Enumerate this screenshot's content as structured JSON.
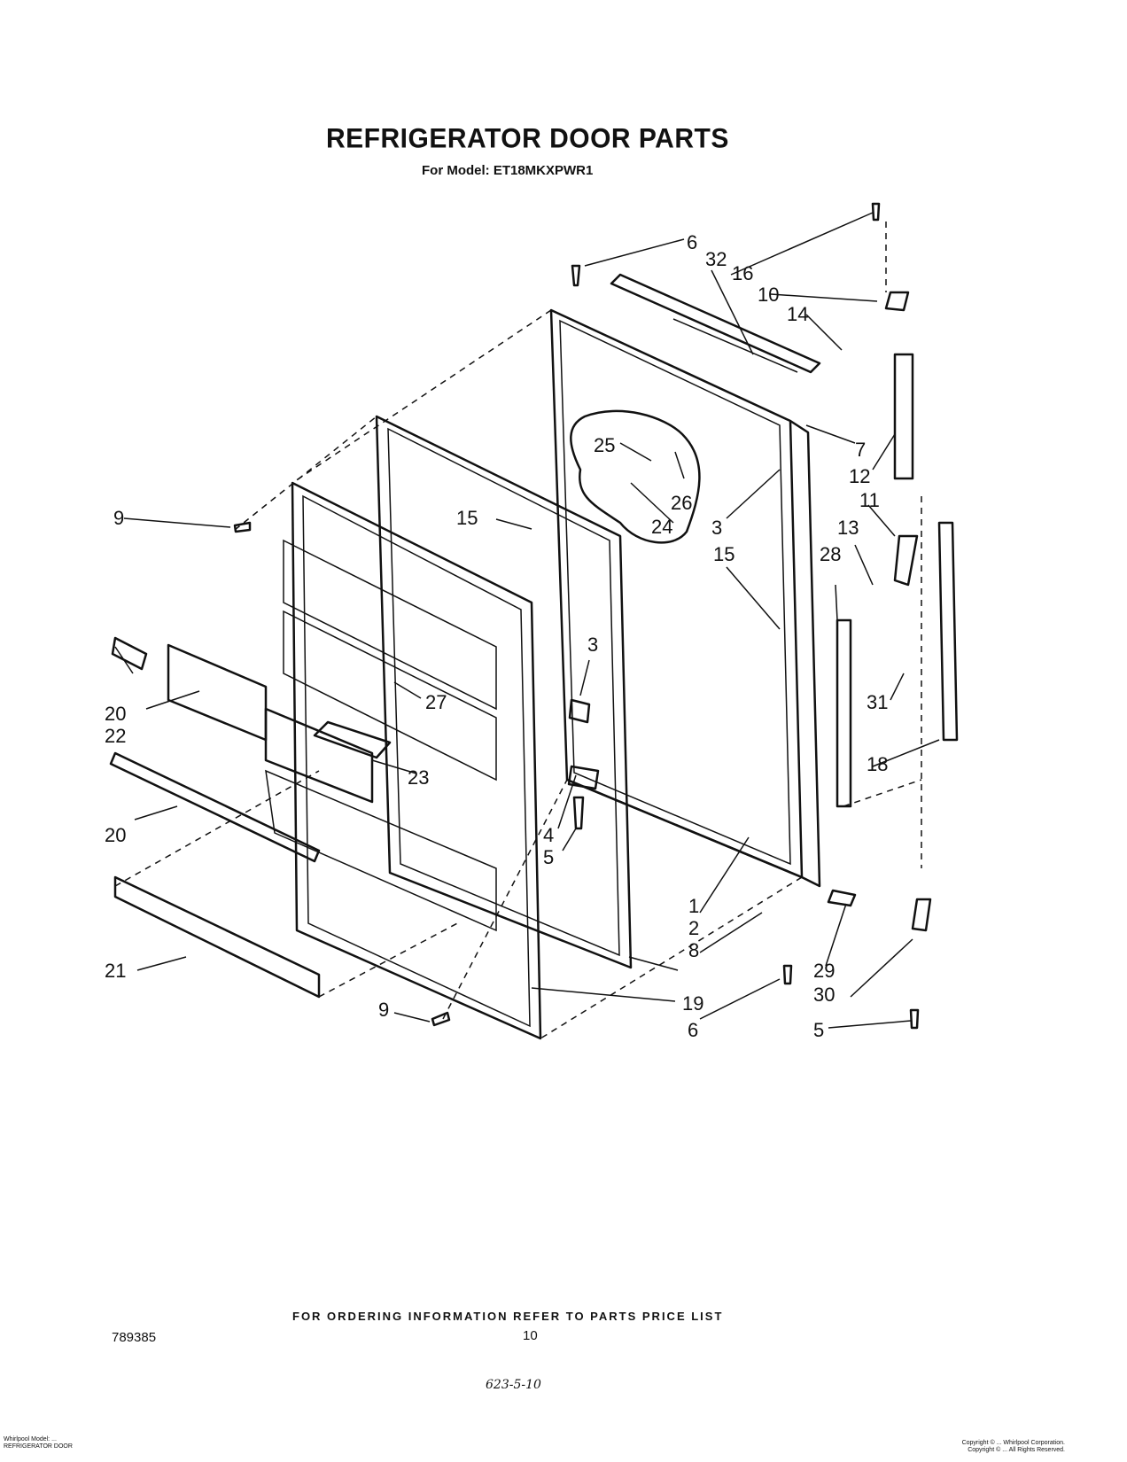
{
  "title": "REFRIGERATOR DOOR PARTS",
  "subtitle": "For Model: ET18MKXPWR1",
  "footer": {
    "ordering_note": "FOR ORDERING INFORMATION REFER TO PARTS PRICE LIST",
    "part_number": "789385",
    "page_number": "10",
    "handwritten": "623-5-10",
    "left_small_1": "Whirlpool Model: ...",
    "left_small_2": "REFRIGERATOR DOOR",
    "right_small_1": "Copyright © ... Whirlpool Corporation.",
    "right_small_2": "Copyright © ... All Rights Reserved."
  },
  "callouts": [
    "6",
    "32",
    "16",
    "10",
    "14",
    "7",
    "12",
    "25",
    "26",
    "24",
    "3",
    "11",
    "13",
    "15",
    "28",
    "9",
    "20",
    "22",
    "27",
    "23",
    "4",
    "5",
    "31",
    "18",
    "1",
    "2",
    "8",
    "19",
    "29",
    "30",
    "21"
  ]
}
